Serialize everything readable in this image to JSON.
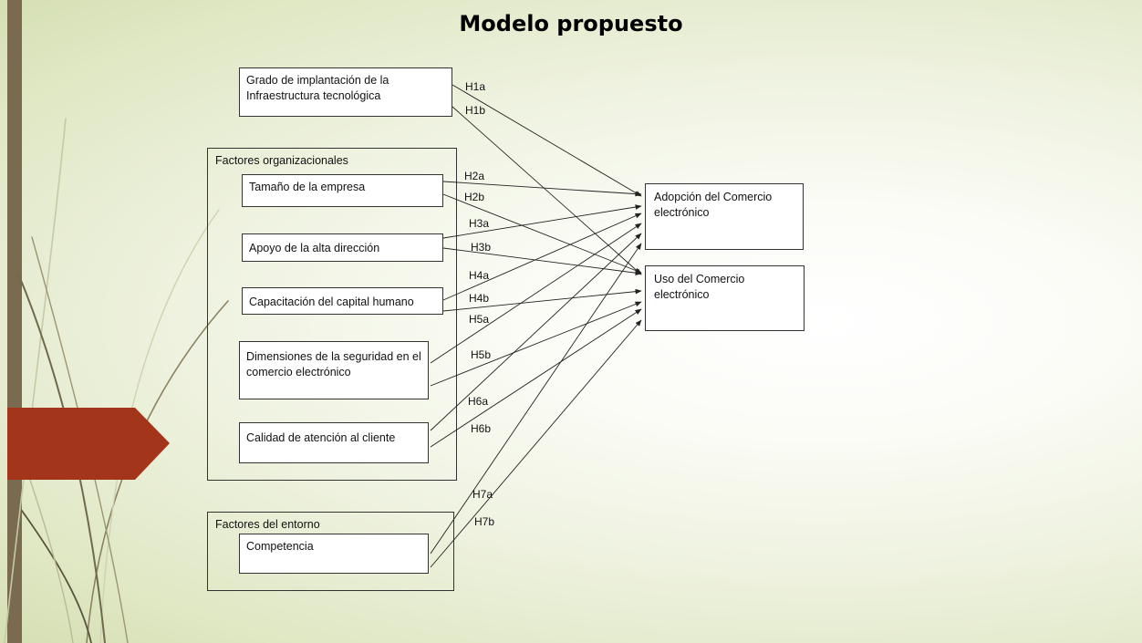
{
  "title": "Modelo propuesto",
  "colors": {
    "side_bar": "#7a6a4f",
    "pentagon": "#a3361a",
    "arrow": "#222222"
  },
  "groups": {
    "organizational": "Factores organizacionales",
    "environment": "Factores del entorno"
  },
  "boxes": {
    "infra": "Grado de implantación de la Infraestructura tecnológica",
    "size": "Tamaño de la empresa",
    "support": "Apoyo de la alta dirección",
    "training": "Capacitación del capital humano",
    "security": "Dimensiones de la seguridad en el comercio electrónico",
    "service": "Calidad de atención al cliente",
    "competition": "Competencia",
    "adoption": "Adopción del Comercio electrónico",
    "usage": "Uso del Comercio electrónico"
  },
  "hypotheses": [
    "H1a",
    "H1b",
    "H2a",
    "H2b",
    "H3a",
    "H3b",
    "H4a",
    "H4b",
    "H5a",
    "H5b",
    "H6a",
    "H6b",
    "H7a",
    "H7b"
  ]
}
